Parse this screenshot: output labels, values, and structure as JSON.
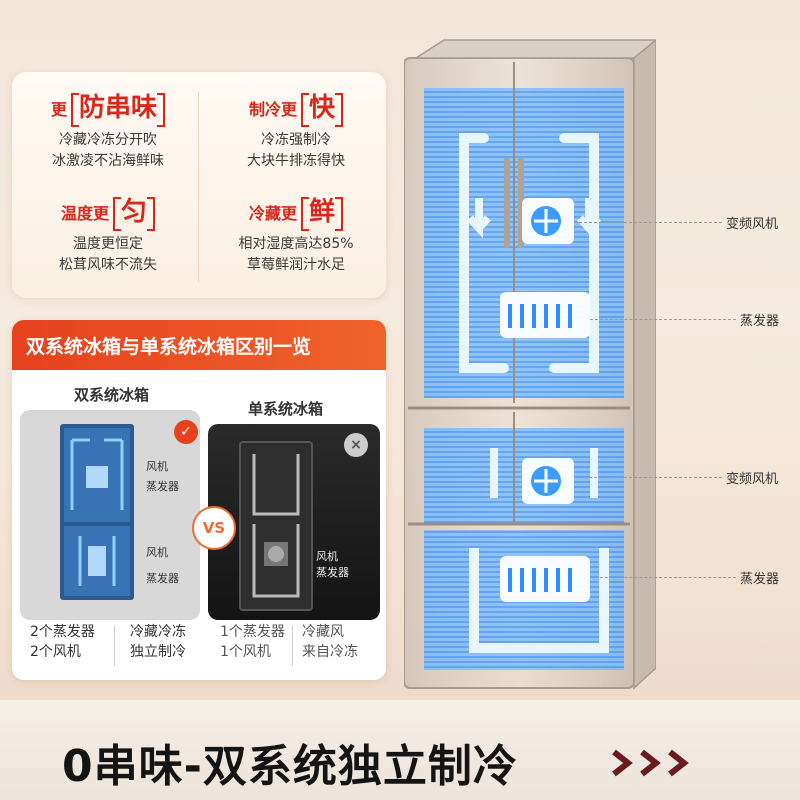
{
  "features": [
    {
      "prefix": "更",
      "highlight": "防串味",
      "suffix": "",
      "lines": [
        "冷藏冷冻分开吹",
        "冰激凌不沾海鲜味"
      ]
    },
    {
      "prefix": "制冷更",
      "highlight": "快",
      "suffix": "",
      "lines": [
        "冷冻强制冷",
        "大块牛排冻得快"
      ]
    },
    {
      "prefix": "温度更",
      "highlight": "匀",
      "suffix": "",
      "lines": [
        "温度更恒定",
        "松茸风味不流失"
      ]
    },
    {
      "prefix": "冷藏更",
      "highlight": "鲜",
      "suffix": "",
      "lines": [
        "相对湿度高达85%",
        "草莓鲜润汁水足"
      ]
    }
  ],
  "compare": {
    "title": "双系统冰箱与单系统冰箱区别一览",
    "dual_label": "双系统冰箱",
    "single_label": "单系统冰箱",
    "vs": "VS",
    "dual_fan1": "风机",
    "dual_evap1": "蒸发器",
    "dual_fan2": "风机",
    "dual_evap2": "蒸发器",
    "single_fan": "风机",
    "single_evap": "蒸发器",
    "dual_note_left": [
      "2个蒸发器",
      "2个风机"
    ],
    "dual_note_right": [
      "冷藏冷冻",
      "独立制冷"
    ],
    "single_note_left": [
      "1个蒸发器",
      "1个风机"
    ],
    "single_note_right": [
      "冷藏风",
      "来自冷冻"
    ]
  },
  "callouts": {
    "fan_top": "变频风机",
    "evap_top": "蒸发器",
    "fan_bottom": "变频风机",
    "evap_bottom": "蒸发器"
  },
  "banner": {
    "text": "0串味-双系统独立制冷"
  },
  "colors": {
    "accent_red": "#d8281c",
    "header_orange": "#e5421d",
    "airflow_blue": "#3aa7ff"
  }
}
